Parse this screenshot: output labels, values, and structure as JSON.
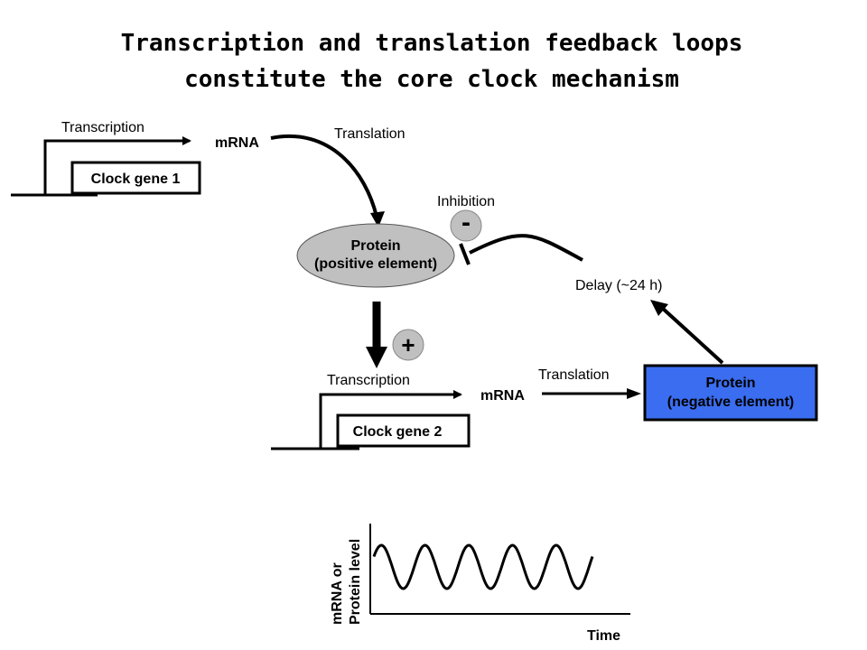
{
  "title": {
    "line1": "Transcription and translation  feedback loops",
    "line2": "constitute the core clock mechanism"
  },
  "loop1": {
    "transcription": "Transcription",
    "gene": "Clock gene 1",
    "mrna": "mRNA",
    "translation": "Translation"
  },
  "positive_protein": {
    "line1": "Protein",
    "line2": "(positive element)",
    "color": "#c0c0c0"
  },
  "inhibition": {
    "label": "Inhibition",
    "sign": "-",
    "delay": "Delay (~24 h)"
  },
  "activation": {
    "sign": "+"
  },
  "loop2": {
    "transcription": "Transcription",
    "gene": "Clock gene 2",
    "mrna": "mRNA",
    "translation": "Translation"
  },
  "negative_protein": {
    "line1": "Protein",
    "line2": "(negative element)",
    "color": "#3a6df0"
  },
  "oscillation": {
    "ylabel_line1": "mRNA or",
    "ylabel_line2": "Protein level",
    "xlabel": "Time",
    "cycles": 5
  }
}
